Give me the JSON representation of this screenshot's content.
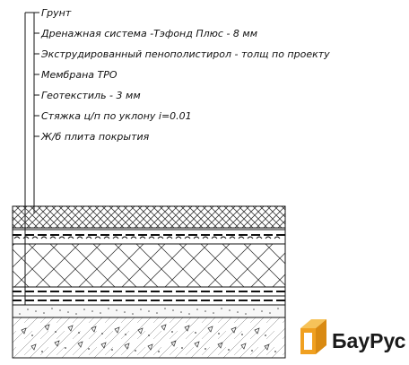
{
  "layers": [
    {
      "id": "soil",
      "label": "Грунт"
    },
    {
      "id": "drainage",
      "label": "Дренажная система -Тэфонд Плюс -   8 мм"
    },
    {
      "id": "xps",
      "label": "Экструдированный пенополистирол  -   толщ по проекту"
    },
    {
      "id": "membrane",
      "label": "Мембрана ТРО"
    },
    {
      "id": "geotextile",
      "label": "Геотекстиль  -   3 мм"
    },
    {
      "id": "screed",
      "label": "Стяжка ц/п по уклону i=0.01"
    },
    {
      "id": "slab",
      "label": "Ж/б плита покрытия"
    }
  ],
  "brand": {
    "name": "БауРус",
    "color": "#f0a020",
    "icon": "cube-logo-icon"
  }
}
